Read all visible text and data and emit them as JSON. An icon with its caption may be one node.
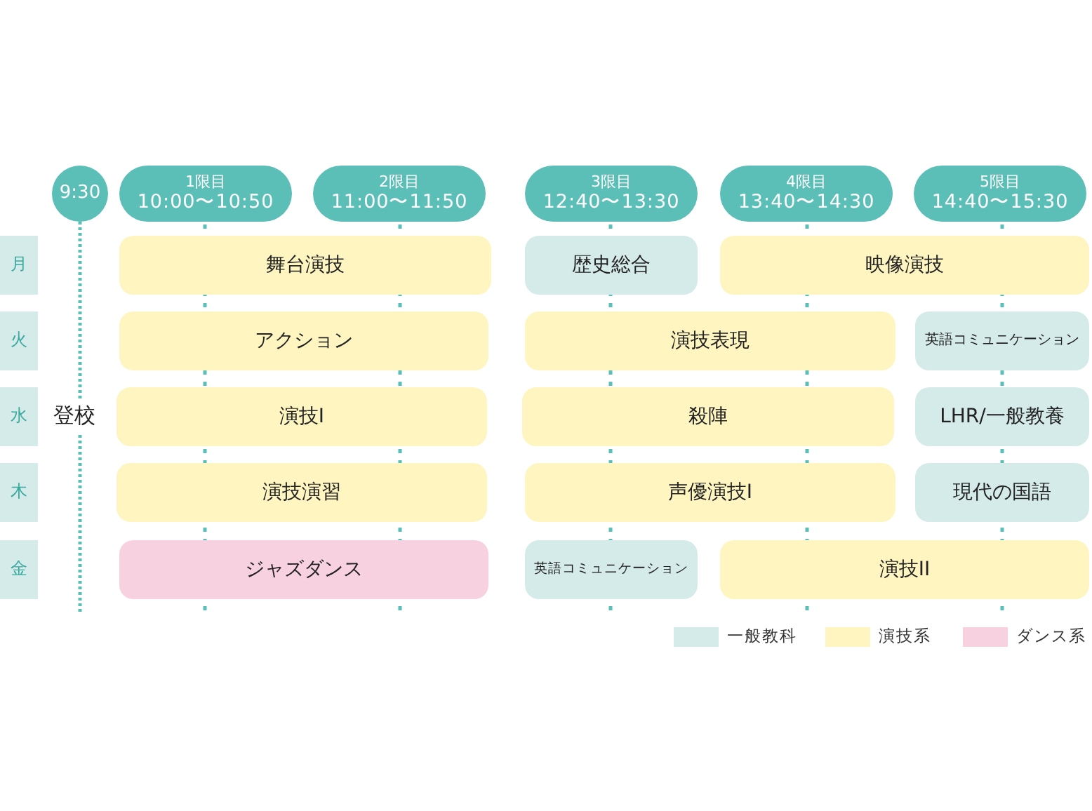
{
  "diagram": {
    "nodes": [
      {
        "text": [
          "9:30"
        ]
      },
      {
        "text": [
          "1限目",
          "10:00〜10:50"
        ]
      },
      {
        "text": [
          "2限目",
          "11:00〜11:50"
        ]
      },
      {
        "text": [
          "3限目",
          "12:40〜13:30"
        ]
      },
      {
        "text": [
          "4限目",
          "13:40〜14:30"
        ]
      },
      {
        "text": [
          "5限目",
          "14:40〜15:30"
        ]
      },
      {
        "text": [
          "月"
        ]
      },
      {
        "text": [
          "舞台演技"
        ]
      },
      {
        "text": [
          "歴史総合"
        ]
      },
      {
        "text": [
          "映像演技"
        ]
      },
      {
        "text": [
          "火"
        ]
      },
      {
        "text": [
          "アクション"
        ]
      },
      {
        "text": [
          "演技表現"
        ]
      },
      {
        "text": [
          "英語コミュニケーション"
        ]
      },
      {
        "text": [
          "水"
        ]
      },
      {
        "text": [
          "演技I"
        ]
      },
      {
        "text": [
          "殺陣"
        ]
      },
      {
        "text": [
          "LHR/一般教養"
        ]
      },
      {
        "text": [
          "木"
        ]
      },
      {
        "text": [
          "演技演習"
        ]
      },
      {
        "text": [
          "声優演技I"
        ]
      },
      {
        "text": [
          "現代の国語"
        ]
      },
      {
        "text": [
          "金"
        ]
      },
      {
        "text": [
          "ジャズダンス"
        ]
      },
      {
        "text": [
          "英語コミュニケーション"
        ]
      },
      {
        "text": [
          "演技II"
        ]
      }
    ],
    "labels": [
      "登校"
    ],
    "legend": [
      {
        "text": "一般教科",
        "color": "#d5ebe9"
      },
      {
        "text": "演技系",
        "color": "#fff5c0"
      },
      {
        "text": "ダンス系",
        "color": "#f8d1e1"
      }
    ]
  }
}
